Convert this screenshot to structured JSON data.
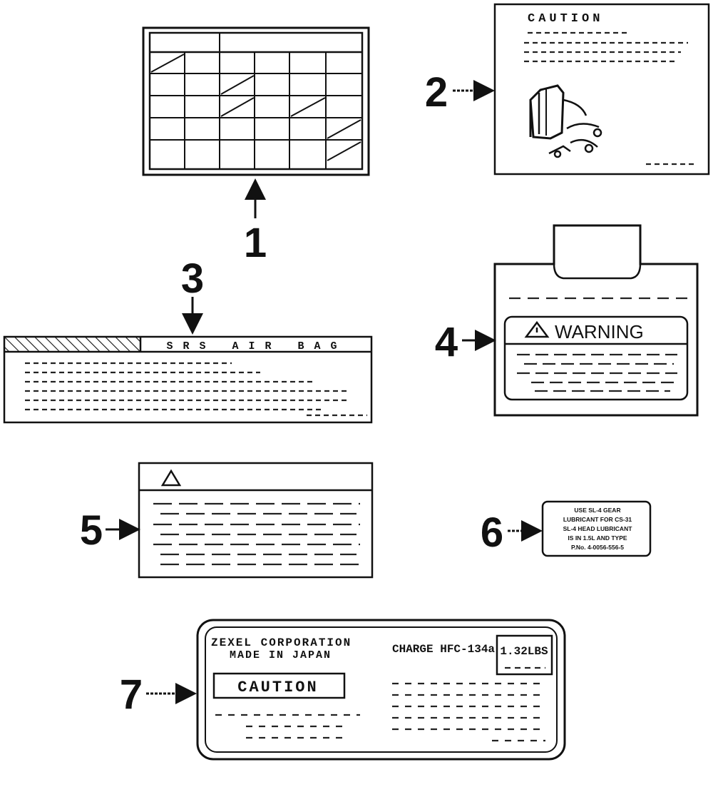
{
  "callouts": {
    "c1": "1",
    "c2": "2",
    "c3": "3",
    "c4": "4",
    "c5": "5",
    "c6": "6",
    "c7": "7"
  },
  "labels": {
    "caution_header": "CAUTION",
    "srs_airbag": "SRS AIR BAG",
    "warning": "WARNING",
    "label6_lines": [
      "USE SL-4 GEAR",
      "LUBRICANT FOR CS-31",
      "SL-4 HEAD LUBRICANT",
      "IS IN 1.5L AND TYPE",
      "P.No. 4-0056-556-5"
    ],
    "zexel_line1": "ZEXEL CORPORATION",
    "zexel_line2": "MADE IN JAPAN",
    "charge": "CHARGE HFC-134a",
    "charge_amount": "1.32LBS",
    "caution_box": "CAUTION"
  }
}
